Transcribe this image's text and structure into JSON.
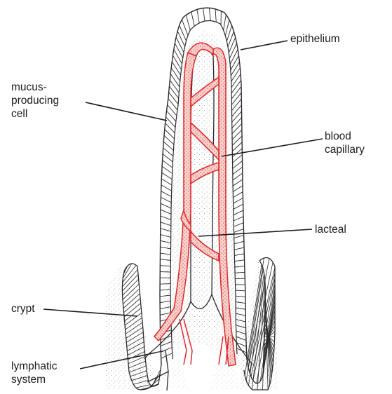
{
  "labels": {
    "epithelium": "epithelium",
    "mucus_cell": [
      "mucus-",
      "producing",
      "cell"
    ],
    "blood_capillary": [
      "blood",
      "capillary"
    ],
    "lacteal": "lacteal",
    "crypt": "crypt",
    "lymphatic_system": [
      "lymphatic",
      "system"
    ]
  },
  "colors": {
    "outline": "#2a2a2a",
    "capillary": "#e0282c",
    "capillary_fill": "#f6c9c4",
    "stipple": "#9a9a9a"
  }
}
